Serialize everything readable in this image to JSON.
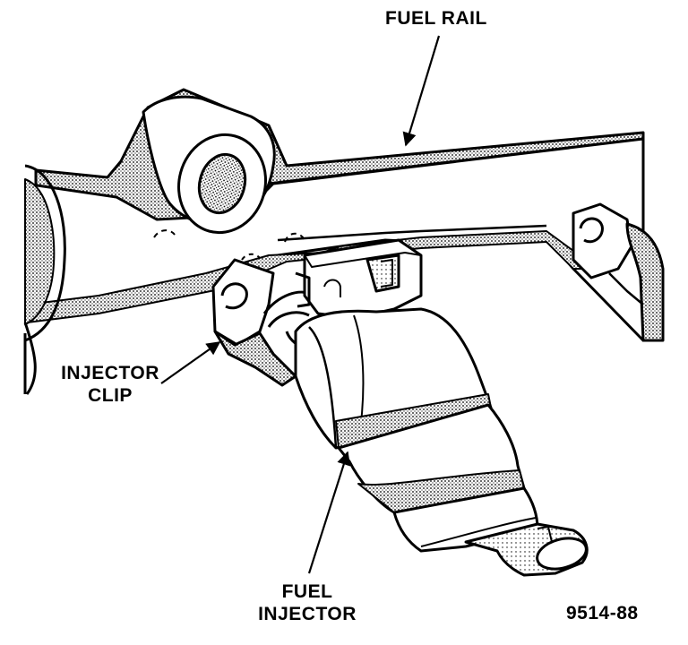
{
  "labels": {
    "fuel_rail": "FUEL RAIL",
    "injector_clip": [
      "INJECTOR",
      "CLIP"
    ],
    "fuel_injector": [
      "FUEL",
      "INJECTOR"
    ],
    "figure_id": "9514-88"
  },
  "colors": {
    "ink": "#000000",
    "paper": "#ffffff",
    "shade": "#cfcfcf"
  }
}
